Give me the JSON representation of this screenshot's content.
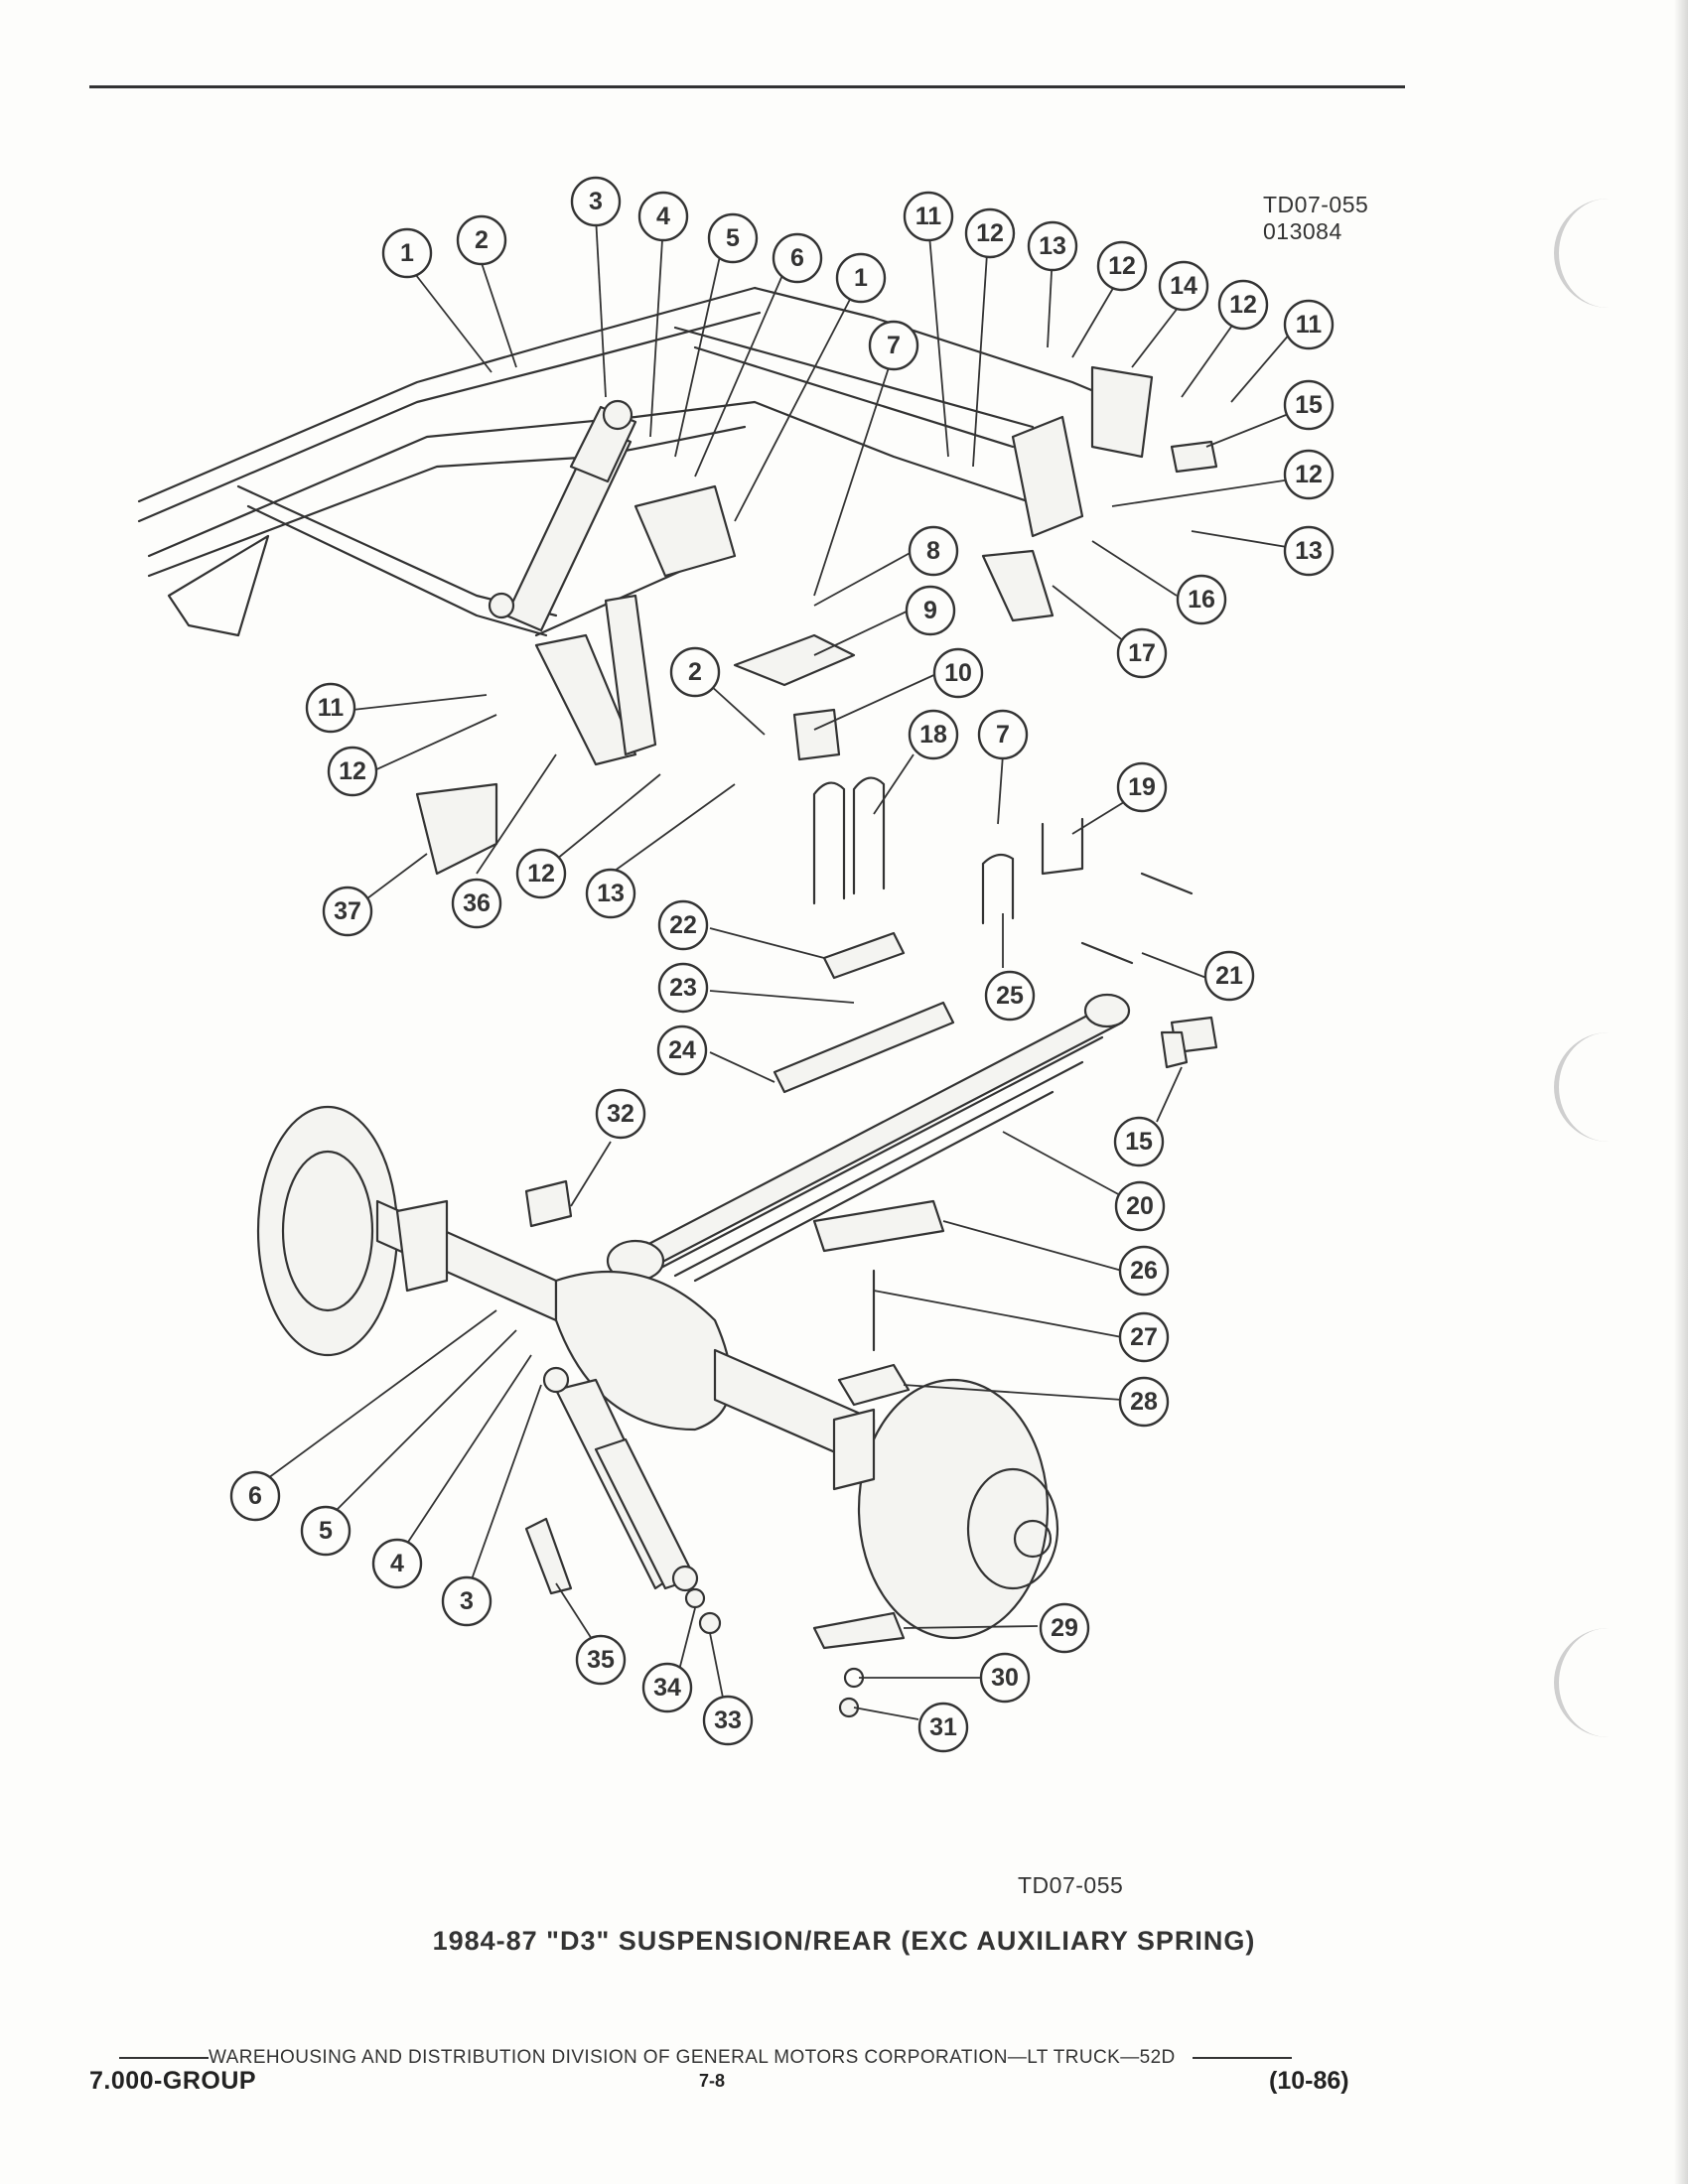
{
  "drawing_id": {
    "line1": "TD07-055",
    "line2": "013084"
  },
  "figure_label": "TD07-055",
  "caption": "1984-87 \"D3\" SUSPENSION/REAR (EXC AUXILIARY SPRING)",
  "footer": {
    "division_line": "WAREHOUSING AND DISTRIBUTION  DIVISION OF GENERAL MOTORS CORPORATION—LT TRUCK—52D",
    "group": "7.000-GROUP",
    "page": "7-8",
    "date": "(10-86)"
  },
  "callouts": [
    {
      "id": "c1",
      "label": "1"
    },
    {
      "id": "c2",
      "label": "2"
    },
    {
      "id": "c3",
      "label": "3"
    },
    {
      "id": "c4",
      "label": "4"
    },
    {
      "id": "c5",
      "label": "5"
    },
    {
      "id": "c6",
      "label": "6"
    },
    {
      "id": "c1b",
      "label": "1"
    },
    {
      "id": "c7",
      "label": "7"
    },
    {
      "id": "c11",
      "label": "11"
    },
    {
      "id": "c12",
      "label": "12"
    },
    {
      "id": "c13",
      "label": "13"
    },
    {
      "id": "c12b",
      "label": "12"
    },
    {
      "id": "c14",
      "label": "14"
    },
    {
      "id": "c12c",
      "label": "12"
    },
    {
      "id": "c11b",
      "label": "11"
    },
    {
      "id": "c15",
      "label": "15"
    },
    {
      "id": "c12d",
      "label": "12"
    },
    {
      "id": "c13b",
      "label": "13"
    },
    {
      "id": "c16",
      "label": "16"
    },
    {
      "id": "c17",
      "label": "17"
    },
    {
      "id": "c8",
      "label": "8"
    },
    {
      "id": "c9",
      "label": "9"
    },
    {
      "id": "c10",
      "label": "10"
    },
    {
      "id": "c2b",
      "label": "2"
    },
    {
      "id": "c11c",
      "label": "11"
    },
    {
      "id": "c12e",
      "label": "12"
    },
    {
      "id": "c18",
      "label": "18"
    },
    {
      "id": "c7b",
      "label": "7"
    },
    {
      "id": "c19",
      "label": "19"
    },
    {
      "id": "c37",
      "label": "37"
    },
    {
      "id": "c36",
      "label": "36"
    },
    {
      "id": "c12f",
      "label": "12"
    },
    {
      "id": "c13c",
      "label": "13"
    },
    {
      "id": "c21",
      "label": "21"
    },
    {
      "id": "c22",
      "label": "22"
    },
    {
      "id": "c23",
      "label": "23"
    },
    {
      "id": "c25",
      "label": "25"
    },
    {
      "id": "c24",
      "label": "24"
    },
    {
      "id": "c15b",
      "label": "15"
    },
    {
      "id": "c32",
      "label": "32"
    },
    {
      "id": "c20",
      "label": "20"
    },
    {
      "id": "c26",
      "label": "26"
    },
    {
      "id": "c27",
      "label": "27"
    },
    {
      "id": "c28",
      "label": "28"
    },
    {
      "id": "c6b",
      "label": "6"
    },
    {
      "id": "c5b",
      "label": "5"
    },
    {
      "id": "c4b",
      "label": "4"
    },
    {
      "id": "c3b",
      "label": "3"
    },
    {
      "id": "c29",
      "label": "29"
    },
    {
      "id": "c30",
      "label": "30"
    },
    {
      "id": "c35",
      "label": "35"
    },
    {
      "id": "c34",
      "label": "34"
    },
    {
      "id": "c31",
      "label": "31"
    },
    {
      "id": "c33",
      "label": "33"
    }
  ]
}
